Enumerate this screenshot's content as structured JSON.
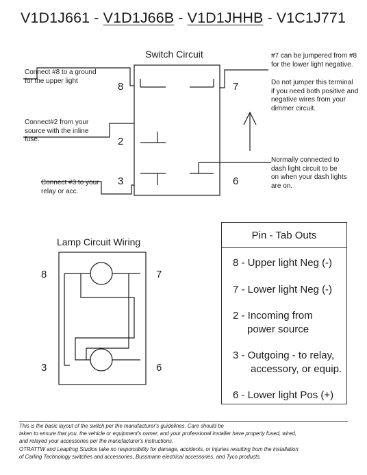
{
  "header": {
    "part1": "V1D1J661",
    "sep1": " - ",
    "part2": "V1D1J66B",
    "sep2": " - ",
    "part3": "V1D1JHHB",
    "sep3": " - ",
    "part4": "V1C1J771"
  },
  "switch_circuit": {
    "title": "Switch Circuit",
    "pins": {
      "p8": "8",
      "p7": "7",
      "p2": "2",
      "p3": "3",
      "p6": "6"
    },
    "notes": {
      "pin8": [
        "Connect #8 to a ground",
        "for the upper light"
      ],
      "pin2": [
        "Connect#2 from your",
        "source with the inline",
        "fuse."
      ],
      "pin3": [
        "Connect #3 to your",
        "relay or acc."
      ],
      "pin7_jumper": [
        "#7 can be jumpered from #8",
        "for the lower light negative."
      ],
      "pin7_warning": [
        "Do not jumper this terminal",
        "if you need both positive and",
        "negative wires from your",
        "dimmer circuit."
      ],
      "pin6": [
        "Normally connected to",
        "dash light circuit to be",
        "on when your dash lights",
        "are on."
      ]
    }
  },
  "lamp_circuit": {
    "title": "Lamp Circuit Wiring",
    "pins": {
      "p8": "8",
      "p7": "7",
      "p3": "3",
      "p6": "6"
    }
  },
  "pin_table": {
    "title": "Pin - Tab Outs",
    "rows": [
      [
        "8 - Upper light Neg (-)"
      ],
      [
        "7 - Lower light Neg (-)"
      ],
      [
        "2 - Incoming from",
        "power source"
      ],
      [
        "3 - Outgoing - to relay,",
        "accessory, or equip."
      ],
      [
        "6 - Lower light Pos (+)"
      ]
    ]
  },
  "footer": {
    "lines": [
      "This is the basic layout of the switch per the manufacturer's guidelines.  Care should be",
      "taken to ensure that you, the vehicle or equipment's owner, and your professional installer have properly fused, wired,",
      "and relayed your accessories per the manufacturer's instructions.",
      "OTRATTW and Leapfrog Studios take no responsibility for damage, accidents, or injuries resulting from the installation",
      "of Carling Technology switches and accessories, Bussmann electrical accessories, and Tyco products."
    ]
  }
}
